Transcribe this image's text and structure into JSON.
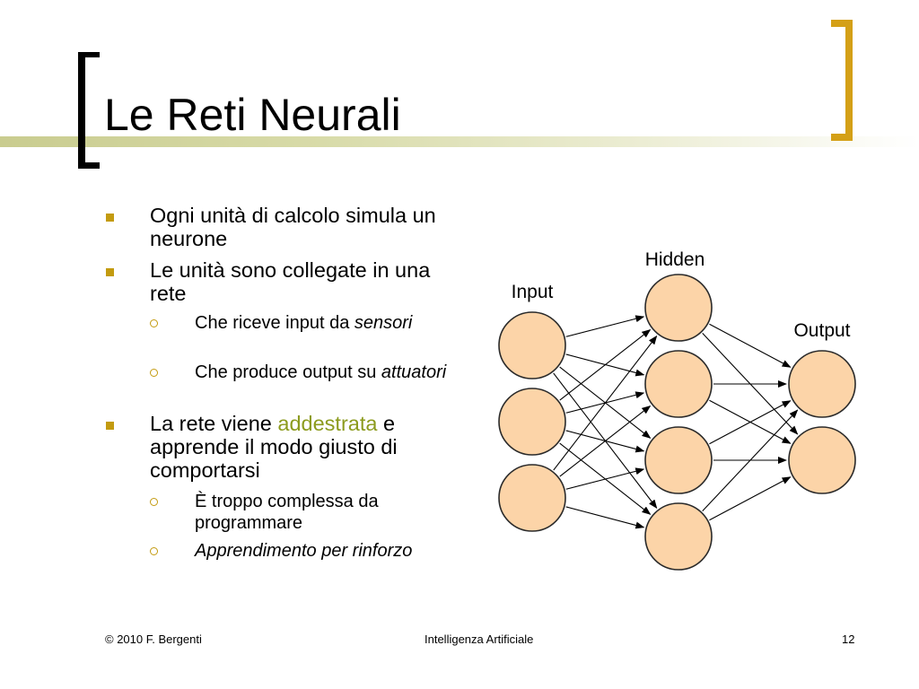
{
  "slide": {
    "title": "Le Reti Neurali",
    "bullets": [
      {
        "text": "Ogni unità di calcolo simula un neurone"
      },
      {
        "text": "Le unità sono collegate in una rete",
        "sub": [
          {
            "pre": "Che riceve input da ",
            "em": "sensori"
          },
          {
            "pre": "Che produce output su ",
            "em": "attuatori"
          }
        ]
      },
      {
        "pre": "La rete viene ",
        "highlight": "addestrata",
        "post": " e apprende il modo giusto di comportarsi",
        "sub": [
          {
            "text": "È troppo complessa da programmare"
          },
          {
            "em": "Apprendimento per rinforzo"
          }
        ]
      }
    ]
  },
  "diagram": {
    "labels": {
      "input": "Input",
      "hidden": "Hidden",
      "output": "Output"
    },
    "layers": {
      "input": 3,
      "hidden": 4,
      "output": 2
    },
    "node_fill": "#fcd4a8",
    "node_stroke": "#2a2a2a"
  },
  "footer": {
    "left": "© 2010 F. Bergenti",
    "center": "Intelligenza Artificiale",
    "right": "12"
  },
  "colors": {
    "accent": "#c39b10",
    "highlight": "#8c9b1e",
    "bracket_left": "#000000",
    "bracket_right": "#d4a017"
  }
}
